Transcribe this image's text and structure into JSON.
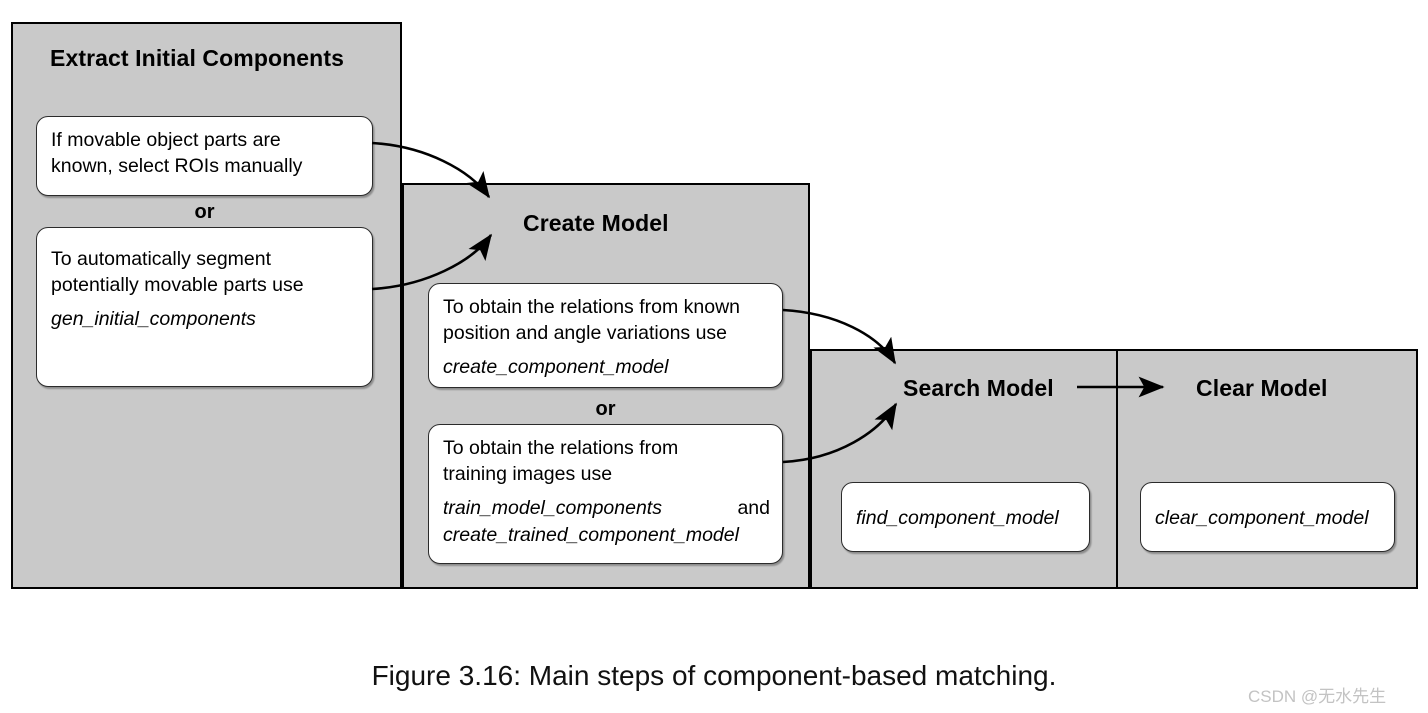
{
  "figure": {
    "caption": "Figure 3.16: Main steps of component-based matching.",
    "watermark": "CSDN @无水先生",
    "colors": {
      "panel_fill": "#c9c9c9",
      "panel_border": "#000000",
      "callout_fill": "#ffffff",
      "callout_border": "#2b2b2b",
      "text": "#000000",
      "watermark": "#c3c3c3"
    }
  },
  "stages": [
    {
      "id": "extract-initial-components",
      "title": "Extract Initial Components",
      "boxes": [
        {
          "id": "manual-rois",
          "lines": [
            "If movable object parts are",
            "known, select ROIs manually"
          ],
          "operators": []
        },
        {
          "id": "gen-initial-components",
          "lines": [
            "To automatically segment",
            "potentially movable parts use"
          ],
          "operators": [
            "gen_initial_components"
          ]
        }
      ],
      "connector": "or"
    },
    {
      "id": "create-model",
      "title": "Create Model",
      "boxes": [
        {
          "id": "create-component-model",
          "lines": [
            "To obtain the relations from known",
            "position and angle variations use"
          ],
          "operators": [
            "create_component_model"
          ]
        },
        {
          "id": "train-component-model",
          "lines": [
            "To obtain the relations from",
            "training images use"
          ],
          "operators": [
            "train_model_components",
            "create_trained_component_model"
          ],
          "operator_suffix": "and"
        }
      ],
      "connector": "or"
    },
    {
      "id": "search-model",
      "title": "Search Model",
      "boxes": [
        {
          "id": "find-component-model",
          "lines": [],
          "operators": [
            "find_component_model"
          ]
        }
      ],
      "connector": ""
    },
    {
      "id": "clear-model",
      "title": "Clear Model",
      "boxes": [
        {
          "id": "clear-component-model",
          "lines": [],
          "operators": [
            "clear_component_model"
          ]
        }
      ],
      "connector": ""
    }
  ]
}
